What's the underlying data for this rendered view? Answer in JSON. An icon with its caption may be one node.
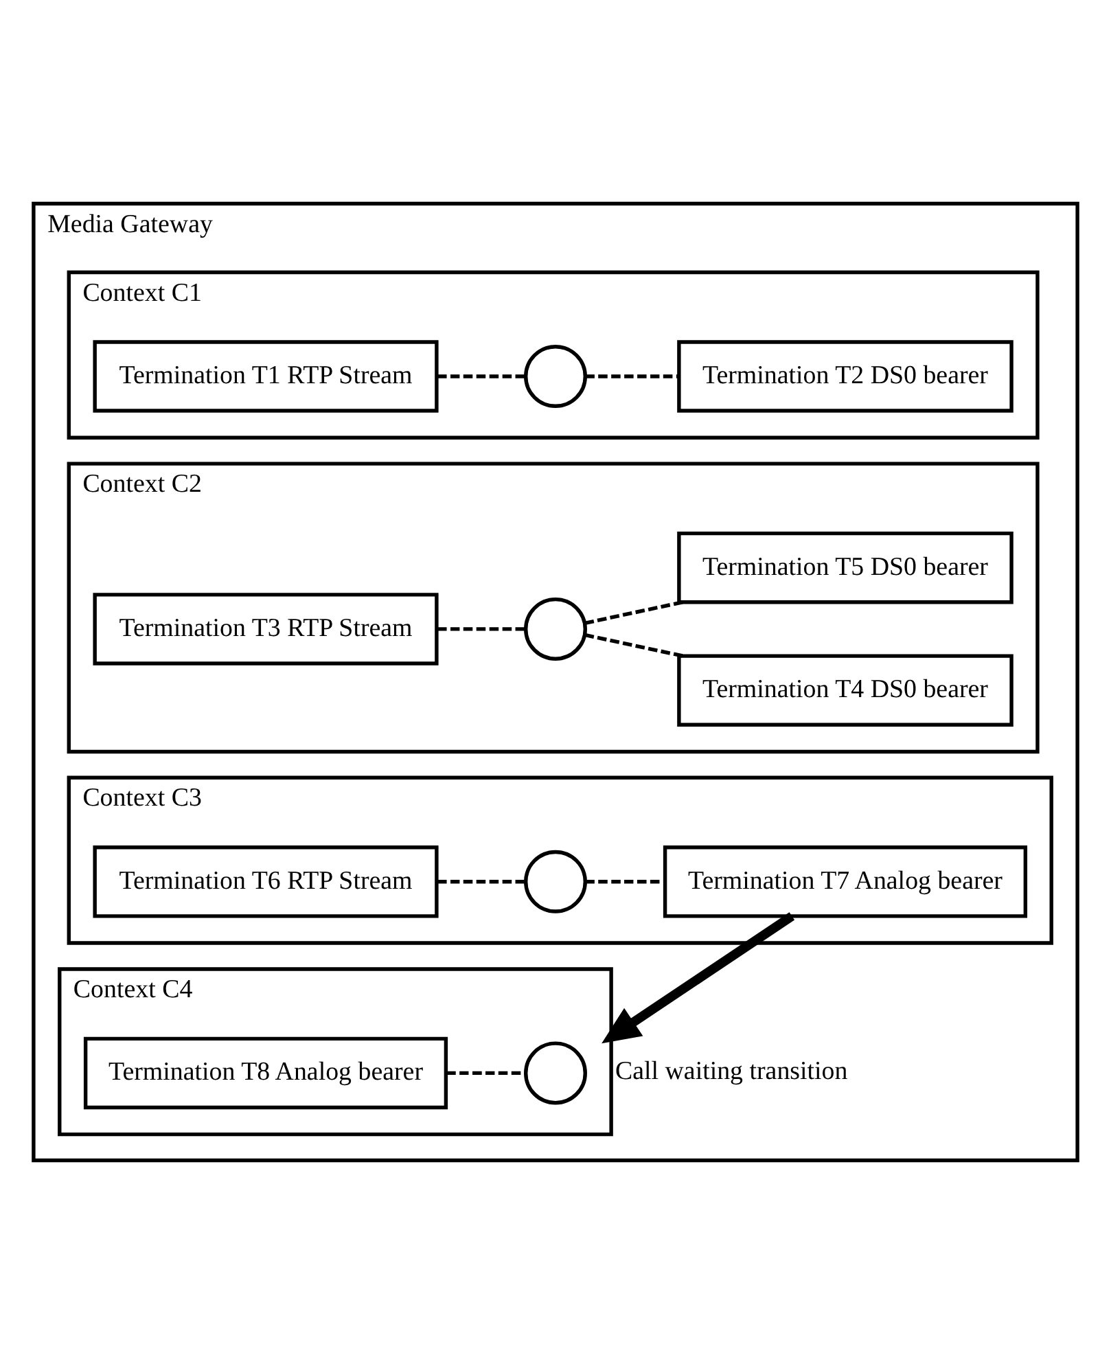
{
  "diagram": {
    "nodes": [
      {
        "text": [
          "Media Gateway"
        ]
      },
      {
        "text": [
          "Context C1"
        ],
        "in": 0
      },
      {
        "text": [
          "Termination T1 RTP Stream"
        ],
        "in": 1
      },
      {
        "text": [],
        "shape": "circle",
        "in": 1
      },
      {
        "text": [
          "Termination T2 DS0 bearer"
        ],
        "in": 1
      },
      {
        "text": [
          "Context C2"
        ],
        "in": 0
      },
      {
        "text": [
          "Termination T3 RTP Stream"
        ],
        "in": 5
      },
      {
        "text": [],
        "shape": "circle",
        "in": 5
      },
      {
        "text": [
          "Termination T4 DS0 bearer"
        ],
        "in": 5
      },
      {
        "text": [
          "Termination T5 DS0 bearer"
        ],
        "in": 5
      },
      {
        "text": [
          "Context C3"
        ],
        "in": 0
      },
      {
        "text": [
          "Termination T6 RTP Stream"
        ],
        "in": 10
      },
      {
        "text": [],
        "shape": "circle",
        "in": 10
      },
      {
        "text": [
          "Termination T7 Analog bearer"
        ],
        "in": 10
      },
      {
        "text": [
          "Context C4"
        ],
        "in": 0
      },
      {
        "text": [
          "Termination T8 Analog bearer"
        ],
        "in": 14
      },
      {
        "text": [],
        "shape": "circle",
        "in": 14
      }
    ],
    "edges": [
      {
        "from": 2,
        "to": 3,
        "arrow": "none",
        "style": "dashed"
      },
      {
        "from": 3,
        "to": 4,
        "arrow": "none",
        "style": "dashed"
      },
      {
        "from": 6,
        "to": 7,
        "arrow": "none",
        "style": "dashed"
      },
      {
        "from": 7,
        "to": 8,
        "arrow": "none",
        "style": "dashed"
      },
      {
        "from": 7,
        "to": 9,
        "arrow": "none",
        "style": "dashed"
      },
      {
        "from": 11,
        "to": 12,
        "arrow": "none",
        "style": "dashed"
      },
      {
        "from": 12,
        "to": 13,
        "arrow": "none",
        "style": "dashed"
      },
      {
        "from": 15,
        "to": 16,
        "arrow": "none",
        "style": "dashed"
      },
      {
        "from": 13,
        "to": 14,
        "arrow": "to",
        "style": "thick",
        "label": "Call waiting transition"
      }
    ]
  }
}
